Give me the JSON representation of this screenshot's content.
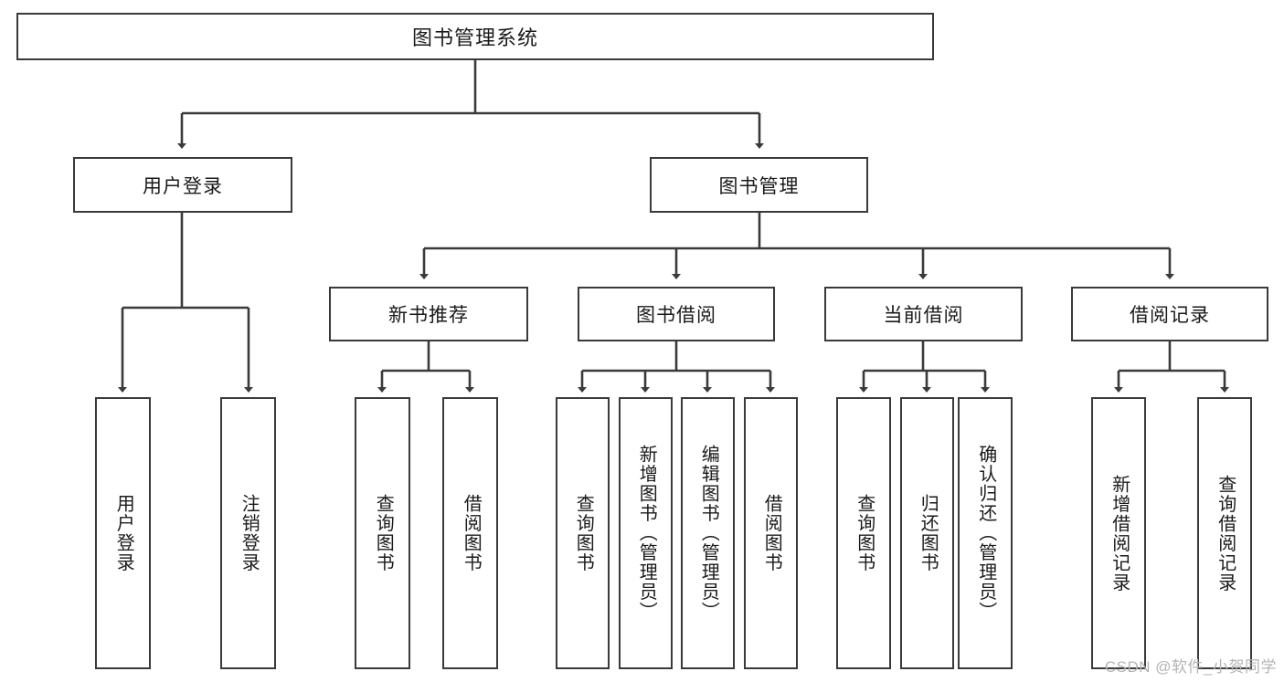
{
  "diagram": {
    "title": "图书管理系统",
    "type": "tree-hierarchy-diagram",
    "colors": {
      "border": "#3a3a3a",
      "background": "#ffffff",
      "text": "#1a1a1a",
      "watermark": "#b4b4b4"
    },
    "root": {
      "label": "图书管理系统"
    },
    "level1": [
      {
        "label": "用户登录"
      },
      {
        "label": "图书管理"
      }
    ],
    "level2": [
      {
        "label": "新书推荐"
      },
      {
        "label": "图书借阅"
      },
      {
        "label": "当前借阅"
      },
      {
        "label": "借阅记录"
      }
    ],
    "leaves": {
      "user_login": [
        {
          "label": "用户登录"
        },
        {
          "label": "注销登录"
        }
      ],
      "new_book_recommend": [
        {
          "label": "查询图书"
        },
        {
          "label": "借阅图书"
        }
      ],
      "book_borrow": [
        {
          "label": "查询图书"
        },
        {
          "label": "新增图书（管理员）"
        },
        {
          "label": "编辑图书（管理员）"
        },
        {
          "label": "借阅图书"
        }
      ],
      "current_borrow": [
        {
          "label": "查询图书"
        },
        {
          "label": "归还图书"
        },
        {
          "label": "确认归还（管理员）"
        }
      ],
      "borrow_record": [
        {
          "label": "新增借阅记录"
        },
        {
          "label": "查询借阅记录"
        }
      ]
    },
    "watermark": "CSDN @软件_小贺同学"
  }
}
